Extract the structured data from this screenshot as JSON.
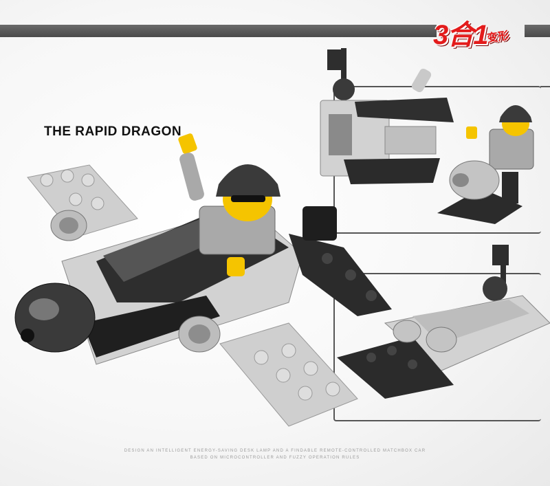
{
  "badge": {
    "number": "3合1",
    "subtitle": "变形"
  },
  "title": "THE RAPID DRAGON",
  "footer": {
    "line1": "DESIGN AN INTELLIGENT ENERGY-SAVING DESK LAMP AND A FINDABLE REMOTE-CONTROLLED MATCHBOX CAR",
    "line2": "BASED ON MICROCONTROLLER AND FUZZY OPERATION RULES"
  },
  "colors": {
    "brick_light": "#c9c9c9",
    "brick_dark": "#2f2f2f",
    "minifig_yellow": "#f5c400",
    "badge_red": "#e31b1b"
  }
}
